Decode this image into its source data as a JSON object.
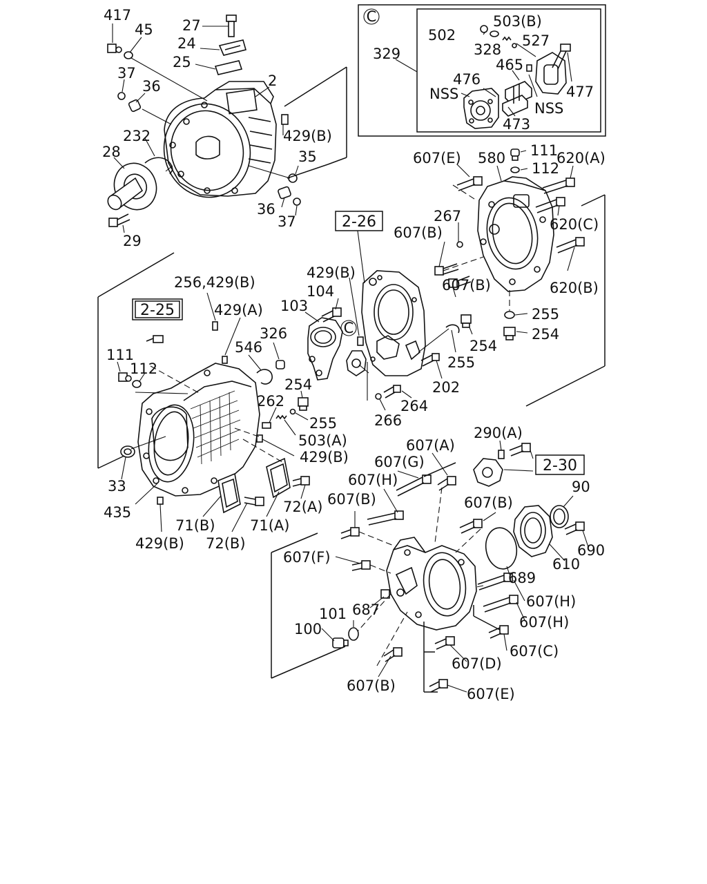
{
  "callouts": {
    "c417": "417",
    "c45": "45",
    "c27": "27",
    "c24": "24",
    "c25": "25",
    "c2": "2",
    "c37a": "37",
    "c36a": "36",
    "c232": "232",
    "c28": "28",
    "c429b_1": "429(B)",
    "c35": "35",
    "c36b": "36",
    "c37b": "37",
    "c29": "29",
    "c502": "502",
    "c503b": "503(B)",
    "c328": "328",
    "c527": "527",
    "c329": "329",
    "c465": "465",
    "c476": "476",
    "c477": "477",
    "cnss1": "NSS",
    "cnss2": "NSS",
    "c473": "473",
    "c607e_1": "607(E)",
    "c580": "580",
    "c111_1": "111",
    "c112_1": "112",
    "c620a": "620(A)",
    "c267": "267",
    "c607b_1": "607(B)",
    "c620c": "620(C)",
    "c607b_2": "607(B)",
    "c620b": "620(B)",
    "c255_1": "255",
    "c254_1": "254",
    "c256": "256,429(B)",
    "c429a": "429(A)",
    "c429b_2": "429(B)",
    "c104": "104",
    "c103": "103",
    "c326": "326",
    "c546": "546",
    "c111_2": "111",
    "c112_2": "112",
    "c254_2": "254",
    "c255_2": "255",
    "c202": "202",
    "c264": "264",
    "c266": "266",
    "c254_3": "254",
    "c262": "262",
    "c255_3": "255",
    "c503a": "503(A)",
    "c429b_3": "429(B)",
    "c33": "33",
    "c435": "435",
    "c71b": "71(B)",
    "c72b": "72(B)",
    "c71a": "71(A)",
    "c72a": "72(A)",
    "c429b_4": "429(B)",
    "c607a": "607(A)",
    "c290a": "290(A)",
    "c607g": "607(G)",
    "c607h_1": "607(H)",
    "c607b_3": "607(B)",
    "c607b_4": "607(B)",
    "c90": "90",
    "c607f": "607(F)",
    "c690": "690",
    "c610": "610",
    "c689": "689",
    "c687": "687",
    "c101": "101",
    "c607h_2": "607(H)",
    "c100": "100",
    "c607h_3": "607(H)",
    "c607c": "607(C)",
    "c607d": "607(D)",
    "c607b_5": "607(B)",
    "c607e_2": "607(E)"
  },
  "refs": {
    "r226": "2-26",
    "r225": "2-25",
    "r230": "2-30"
  },
  "detail_markers": {
    "inset": "C",
    "body": "C"
  }
}
